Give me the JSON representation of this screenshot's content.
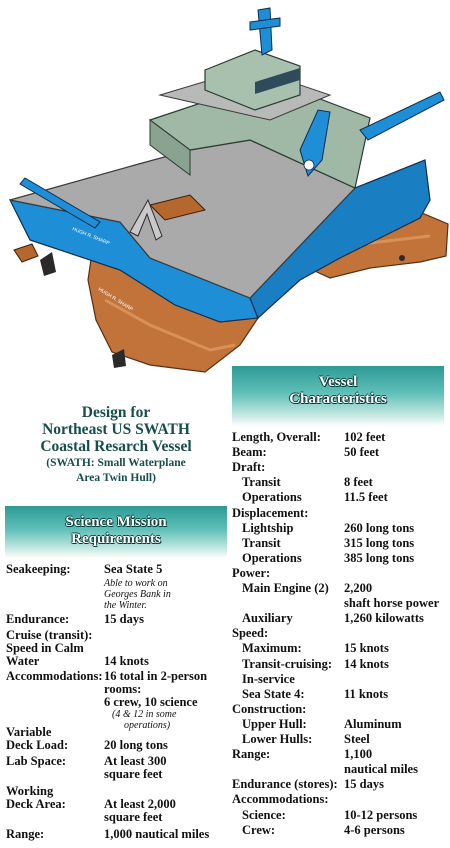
{
  "ship": {
    "hull_name": "HUGH R. SHARP",
    "colors": {
      "hull_blue": "#1e8fd6",
      "pontoon": "#c2733a",
      "deck": "#a9aaa9",
      "house": "#9fb9a6"
    }
  },
  "design": {
    "title_lines": [
      "Design for",
      "Northeast US SWATH",
      "Coastal Resarch Vessel"
    ],
    "sub_lines": [
      "(SWATH: Small Waterplane",
      "Area Twin Hull)"
    ]
  },
  "vessel": {
    "header_lines": [
      "Vessel",
      "Characteristics"
    ],
    "rows": [
      {
        "label": "Length, Overall:",
        "value": "102 feet"
      },
      {
        "label": "Beam:",
        "value": "50 feet"
      },
      {
        "label": "Draft:",
        "value": ""
      },
      {
        "label": "Transit",
        "value": "8 feet"
      },
      {
        "label": "Operations",
        "value": "11.5 feet"
      },
      {
        "label": "Displacement:",
        "value": ""
      },
      {
        "label": "Lightship",
        "value": "260 long tons"
      },
      {
        "label": "Transit",
        "value": "315 long tons"
      },
      {
        "label": "Operations",
        "value": "385 long tons"
      },
      {
        "label": "Power:",
        "value": ""
      },
      {
        "label": "Main Engine (2)",
        "value": "2,200"
      },
      {
        "label": "",
        "value": "shaft horse power"
      },
      {
        "label": "Auxiliary",
        "value": "1,260 kilowatts"
      },
      {
        "label": "Speed:",
        "value": ""
      },
      {
        "label": "Maximum:",
        "value": "15 knots"
      },
      {
        "label": "Transit-cruising:",
        "value": "14 knots"
      },
      {
        "label": "In-service",
        "value": ""
      },
      {
        "label": "Sea State 4:",
        "value": "11 knots"
      },
      {
        "label": "Construction:",
        "value": ""
      },
      {
        "label": "Upper Hull:",
        "value": "Aluminum"
      },
      {
        "label": "Lower Hulls:",
        "value": "Steel"
      },
      {
        "label": "Range:",
        "value": "1,100"
      },
      {
        "label": "",
        "value": "nautical miles"
      },
      {
        "label": "Endurance (stores):",
        "value": "15 days"
      },
      {
        "label": "Accommodations:",
        "value": ""
      },
      {
        "label": "Science:",
        "value": "10-12 persons"
      },
      {
        "label": "Crew:",
        "value": "4-6 persons"
      }
    ]
  },
  "science": {
    "header_lines": [
      "Science Mission",
      "Requirements"
    ],
    "seakeeping_label": "Seakeeping:",
    "seakeeping_value": "Sea State 5",
    "seakeeping_note": [
      "Able to work on",
      "Georges Bank in",
      "the Winter."
    ],
    "endurance_label": "Endurance:",
    "endurance_value": "15 days",
    "cruise_label_lines": [
      "Cruise (transit):",
      "Speed in Calm",
      "Water"
    ],
    "cruise_value": "14 knots",
    "accom_label": "Accommodations:",
    "accom_value_lines": [
      "16 total in 2-person",
      "rooms:",
      "6 crew, 10 science"
    ],
    "accom_note": [
      "(4 & 12 in some",
      "operations)"
    ],
    "deck_load_label_lines": [
      "Variable",
      "Deck Load:"
    ],
    "deck_load_value": "20 long tons",
    "lab_label": "Lab Space:",
    "lab_value_lines": [
      "At least 300",
      "square feet"
    ],
    "working_label_lines": [
      "Working",
      "Deck Area:"
    ],
    "working_value_lines": [
      "At least 2,000",
      "square feet"
    ],
    "range_label": "Range:",
    "range_value": "1,000 nautical miles"
  }
}
